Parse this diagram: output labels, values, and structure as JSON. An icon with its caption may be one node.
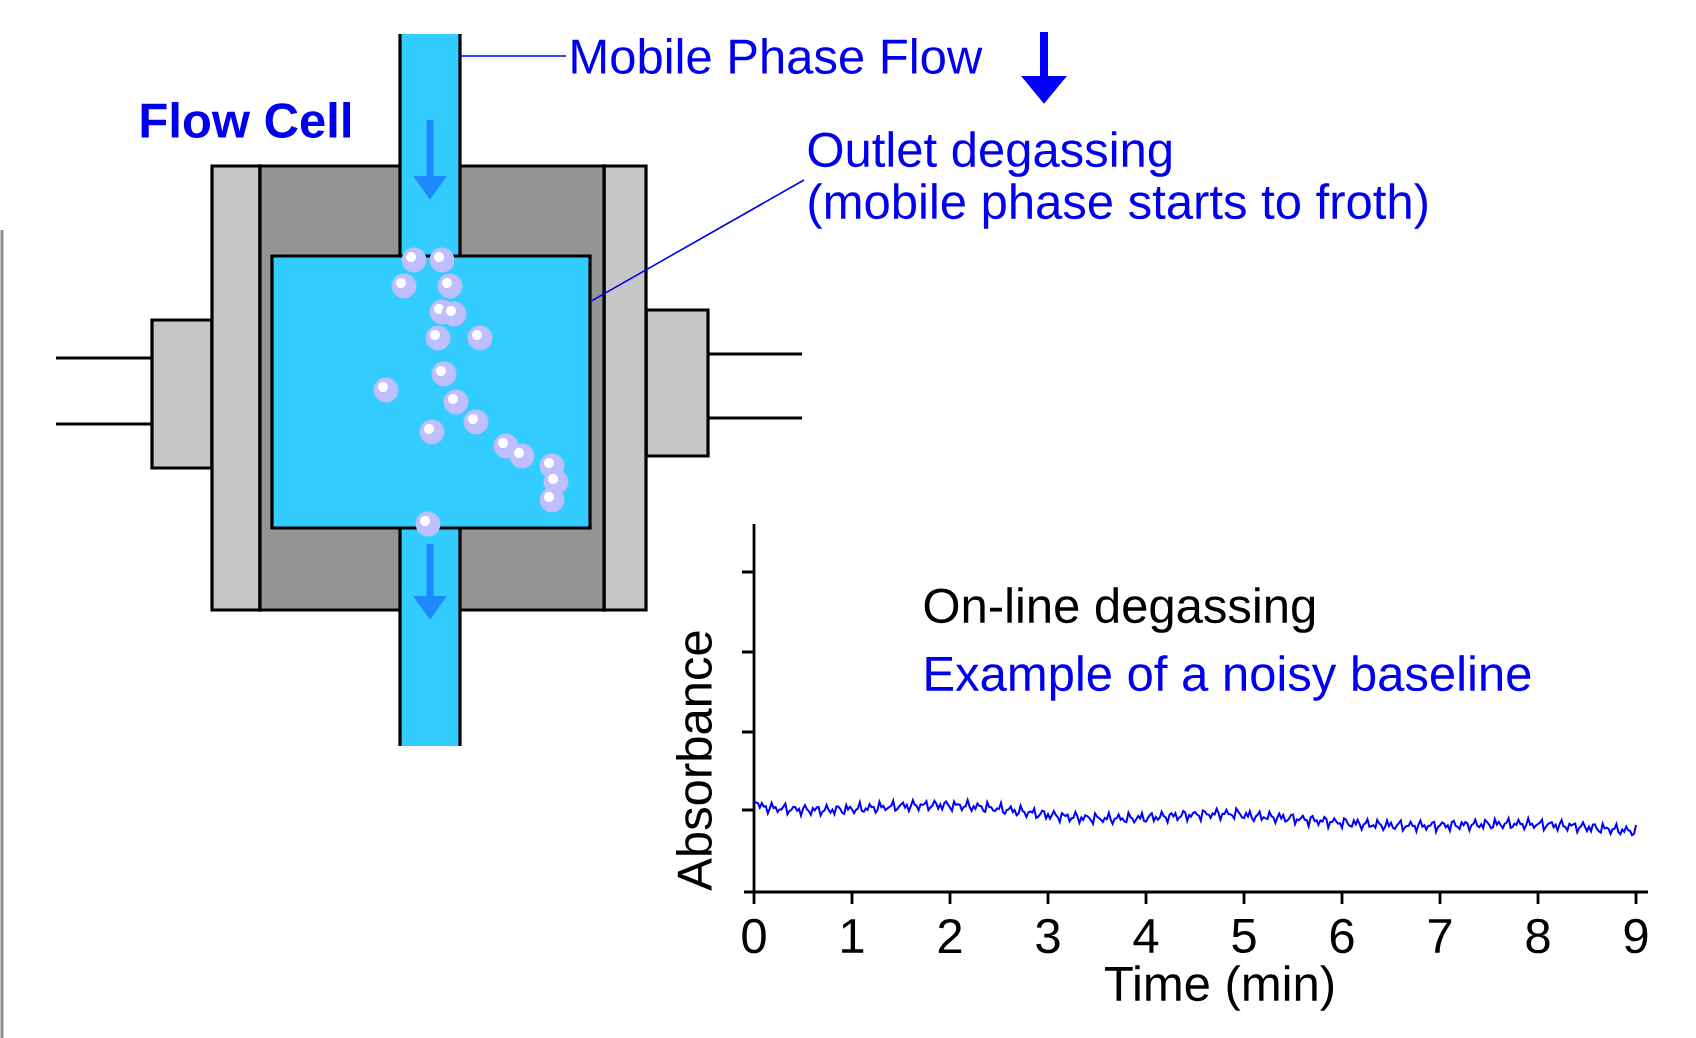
{
  "diagram": {
    "nodes": [
      {
        "text": [
          "Mobile Phase Flow"
        ]
      },
      {
        "text": [],
        "shape": "bar"
      },
      {
        "text": [
          "Outlet degassing",
          "(mobile phase starts to froth)"
        ]
      },
      {
        "text": [],
        "shape": "box"
      }
    ],
    "edges": [
      {
        "from": 0,
        "to": 1,
        "arrow": "none"
      },
      {
        "from": 2,
        "to": 3,
        "arrow": "none"
      }
    ],
    "labels": [
      "Flow Cell",
      "On-line degassing",
      "Example of a noisy baseline",
      "Absorbance",
      "0",
      "1",
      "2",
      "3",
      "4",
      "5",
      "6",
      "7",
      "8",
      "9",
      "Time (min)"
    ]
  }
}
